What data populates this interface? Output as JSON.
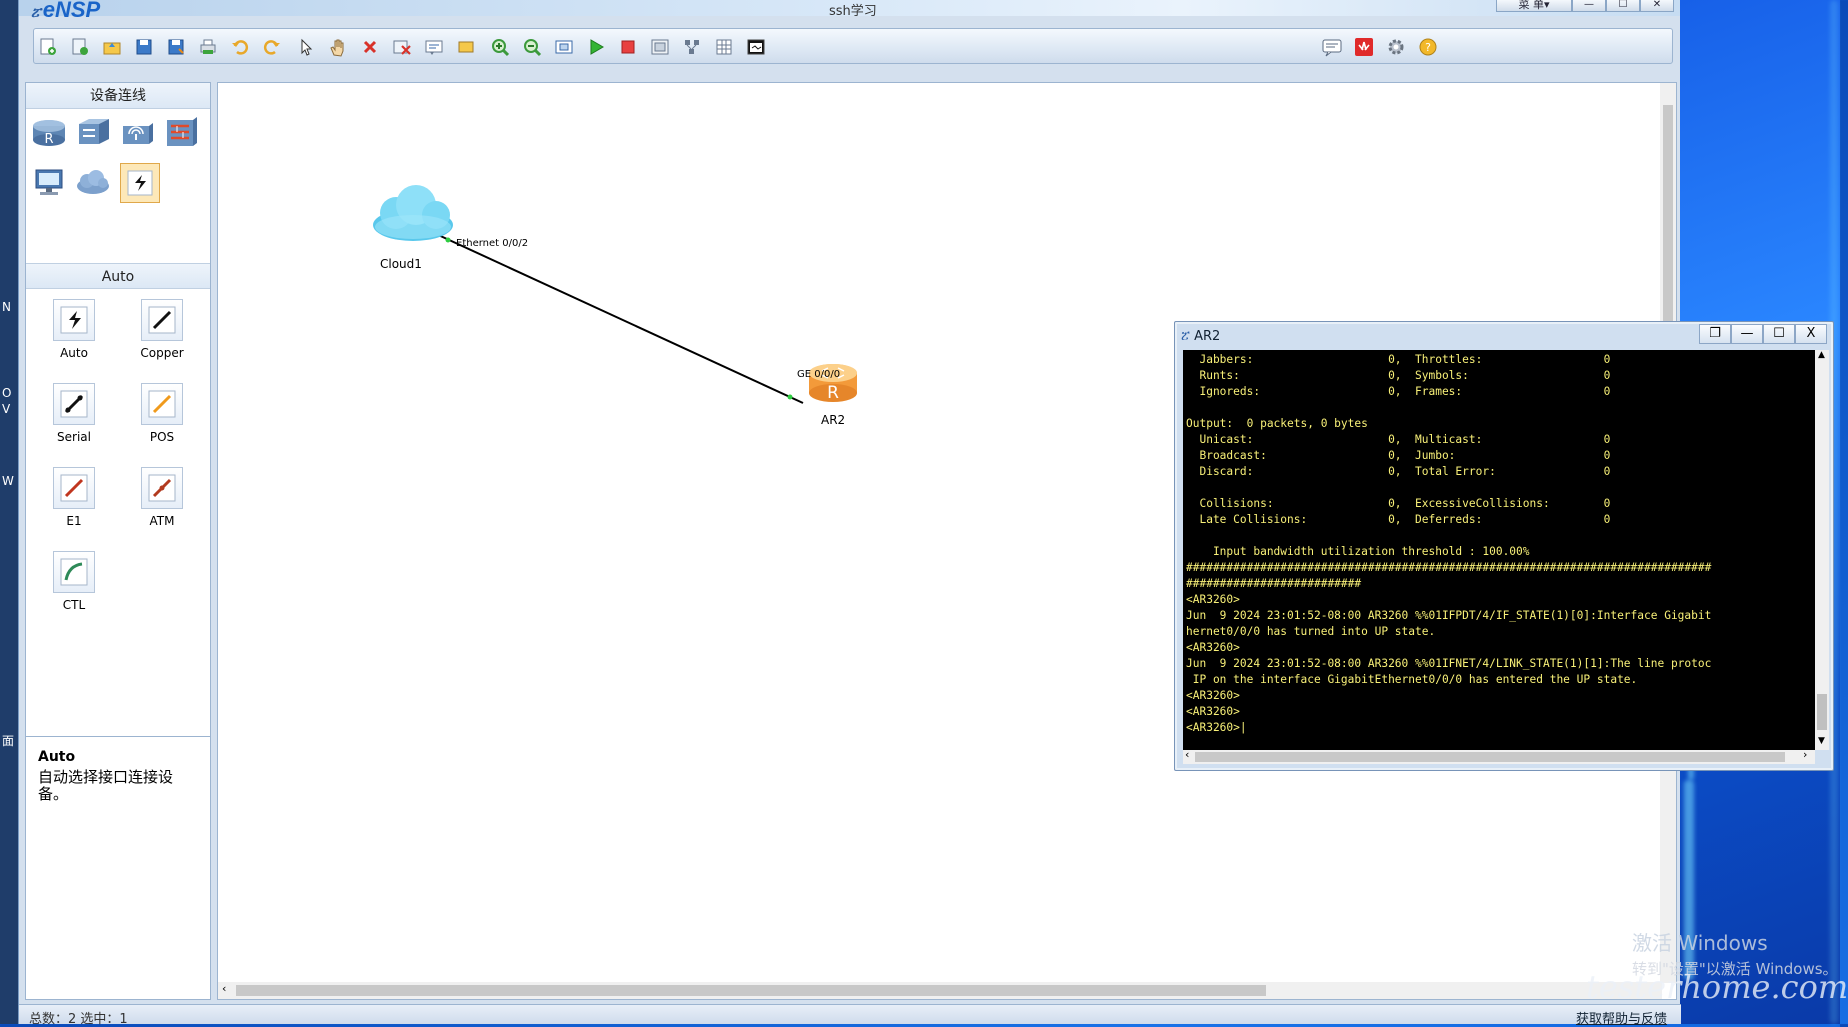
{
  "app": {
    "name": "eNSP",
    "title": "ssh学习",
    "lang_menu": "菜 单▾"
  },
  "window_buttons": {
    "minimize": "—",
    "maximize": "☐",
    "close": "✕"
  },
  "toolbar_icons": [
    "new-topology-icon",
    "new-file-icon",
    "open-icon",
    "save-icon",
    "save-as-icon",
    "print-icon",
    "undo-icon",
    "redo-icon",
    "select-icon",
    "hand-icon",
    "delete-icon",
    "delete-link-icon",
    "text-icon",
    "rectangle-icon",
    "zoom-in-icon",
    "zoom-out-icon",
    "fit-view-icon",
    "start-device-icon",
    "stop-device-icon",
    "capture-icon",
    "topology-icon",
    "grid-icon",
    "console-icon"
  ],
  "toolbar_right_icons": [
    "forum-icon",
    "huawei-icon",
    "settings-icon",
    "help-icon"
  ],
  "left_panel": {
    "device_header": "设备连线",
    "devices": [
      "router-icon",
      "switch-icon",
      "wlan-icon",
      "firewall-icon",
      "pc-icon",
      "cloud-icon",
      "auto-link-icon"
    ],
    "link_header": "Auto",
    "links": [
      {
        "name": "auto",
        "label": "Auto",
        "color": "#111111"
      },
      {
        "name": "copper",
        "label": "Copper",
        "color": "#111111"
      },
      {
        "name": "serial",
        "label": "Serial",
        "color": "#111111"
      },
      {
        "name": "pos",
        "label": "POS",
        "color": "#f09a1c"
      },
      {
        "name": "e1",
        "label": "E1",
        "color": "#c0351e"
      },
      {
        "name": "atm",
        "label": "ATM",
        "color": "#b23a1e"
      },
      {
        "name": "ctl",
        "label": "CTL",
        "color": "#2e8a58"
      }
    ]
  },
  "info": {
    "title": "Auto",
    "desc": "自动选择接口连接设备。"
  },
  "topology": {
    "cloud": {
      "label": "Cloud1",
      "port": "Ethernet 0/0/2"
    },
    "router": {
      "label": "AR2",
      "port": "GE 0/0/0"
    }
  },
  "console": {
    "title": "AR2",
    "buttons": {
      "restore": "❐",
      "minimize": "—",
      "maximize": "☐",
      "close": "X"
    },
    "lines": [
      "  Jabbers:                    0,  Throttles:                  0",
      "  Runts:                      0,  Symbols:                    0",
      "  Ignoreds:                   0,  Frames:                     0",
      "",
      "Output:  0 packets, 0 bytes",
      "  Unicast:                    0,  Multicast:                  0",
      "  Broadcast:                  0,  Jumbo:                      0",
      "  Discard:                    0,  Total Error:                0",
      "",
      "  Collisions:                 0,  ExcessiveCollisions:        0",
      "  Late Collisions:            0,  Deferreds:                  0",
      "",
      "    Input bandwidth utilization threshold : 100.00%",
      "##############################################################################",
      "##########################",
      "<AR3260>",
      "Jun  9 2024 23:01:52-08:00 AR3260 %%01IFPDT/4/IF_STATE(1)[0]:Interface Gigabit",
      "hernet0/0/0 has turned into UP state.",
      "<AR3260>",
      "Jun  9 2024 23:01:52-08:00 AR3260 %%01IFNET/4/LINK_STATE(1)[1]:The line protoc",
      " IP on the interface GigabitEthernet0/0/0 has entered the UP state.",
      "<AR3260>",
      "<AR3260>",
      "<AR3260>|"
    ]
  },
  "status": {
    "left": "总数：2  选中：1",
    "right": "获取帮助与反馈"
  },
  "watermark": {
    "line1": "激活 Windows",
    "line2": "转到\"设置\"以激活 Windows。",
    "line3": "testerhome.com"
  },
  "desktop_left_labels": [
    "N",
    "O",
    "V",
    "W",
    "面"
  ]
}
